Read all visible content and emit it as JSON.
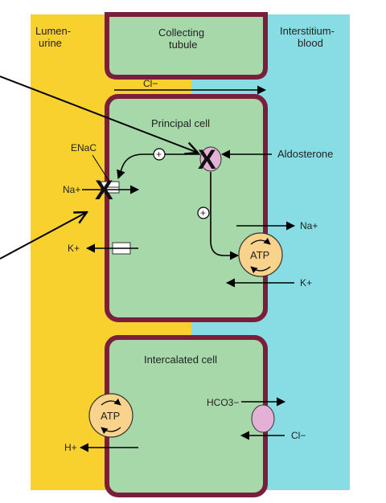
{
  "colors": {
    "lumen": "#F8D12F",
    "interstitium": "#88DDE4",
    "cell_fill": "#A6D8A9",
    "cell_border": "#7B1E3C",
    "channel_pink": "#E3B1D6",
    "atp_fill": "#F9D38C",
    "arrow": "#000000"
  },
  "compartments": {
    "lumen_label": "Lumen-\nurine",
    "interstitium_label": "Interstitium-\nblood",
    "tubule_label": "Collecting\ntubule"
  },
  "principal_cell": {
    "title": "Principal cell",
    "enac_label": "ENaC",
    "na_apical": "Na+",
    "k_apical": "K+",
    "aldosterone": "Aldosterone",
    "plus_symbol": "+",
    "na_basolateral": "Na+",
    "k_basolateral": "K+",
    "atp_label": "ATP",
    "blocked_mark": "X"
  },
  "chloride_top": "Cl−",
  "intercalated_cell": {
    "title": "Intercalated cell",
    "atp_label": "ATP",
    "h_label": "H+",
    "hco3_label": "HCO3−",
    "cl_label": "Cl−"
  },
  "icons": [
    "x-block-mark",
    "atp-pump-icon",
    "plus-badge-icon",
    "arrow"
  ]
}
